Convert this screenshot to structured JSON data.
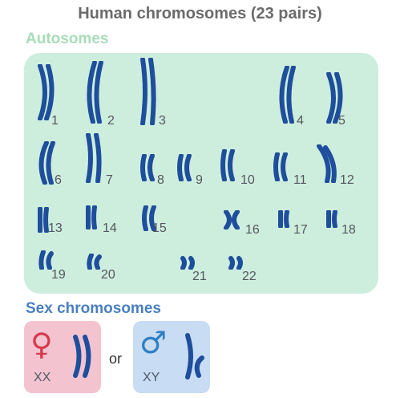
{
  "title": "Human chromosomes (23 pairs)",
  "autosomes_label": "Autosomes",
  "sex_label": "Sex chromosomes",
  "or_text": "or",
  "female": {
    "symbol": "♀",
    "code": "XX"
  },
  "male": {
    "symbol": "♂",
    "code": "XY"
  },
  "chromosome_numbers": [
    "1",
    "2",
    "3",
    "4",
    "5",
    "6",
    "7",
    "8",
    "9",
    "10",
    "11",
    "12",
    "13",
    "14",
    "15",
    "16",
    "17",
    "18",
    "19",
    "20",
    "21",
    "22"
  ],
  "colors": {
    "title": "#6b6b6b",
    "autosome_label": "#a7dcb8",
    "sex_label": "#4a7fc1",
    "panel": "#cdeedd",
    "chromosome": "#1e4e9c",
    "female_box": "#f3c4d0",
    "female_symbol": "#d63a4e",
    "male_box": "#c8dcf3",
    "male_symbol": "#2f7fc4"
  },
  "icons": {
    "female": "female-symbol-icon",
    "male": "male-symbol-icon",
    "chromosome": "chromosome-icon"
  }
}
